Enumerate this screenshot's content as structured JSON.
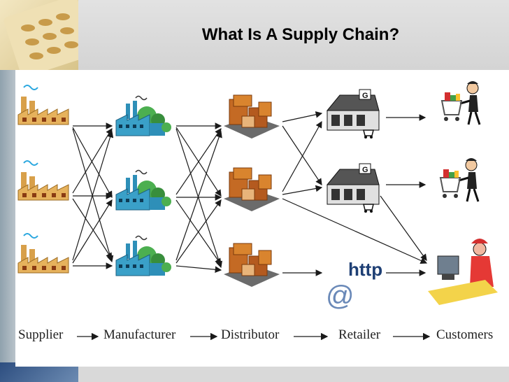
{
  "slide": {
    "title": "What Is A Supply Chain?"
  },
  "stages": [
    {
      "label": "Supplier",
      "icon": "factory-icon"
    },
    {
      "label": "Manufacturer",
      "icon": "plant-icon"
    },
    {
      "label": "Distributor",
      "icon": "warehouse-boxes-icon"
    },
    {
      "label": "Retailer",
      "icon": "store-icon"
    },
    {
      "label": "Customers",
      "icon": "shopper-icon"
    }
  ],
  "web_retailer": {
    "text": "http",
    "at_sign": "@"
  },
  "colors": {
    "arrow": "#1a1a1a",
    "factory": "#d8a04a",
    "plant": "#2e8fb8",
    "boxes": "#b45a1f",
    "store": "#333333"
  }
}
